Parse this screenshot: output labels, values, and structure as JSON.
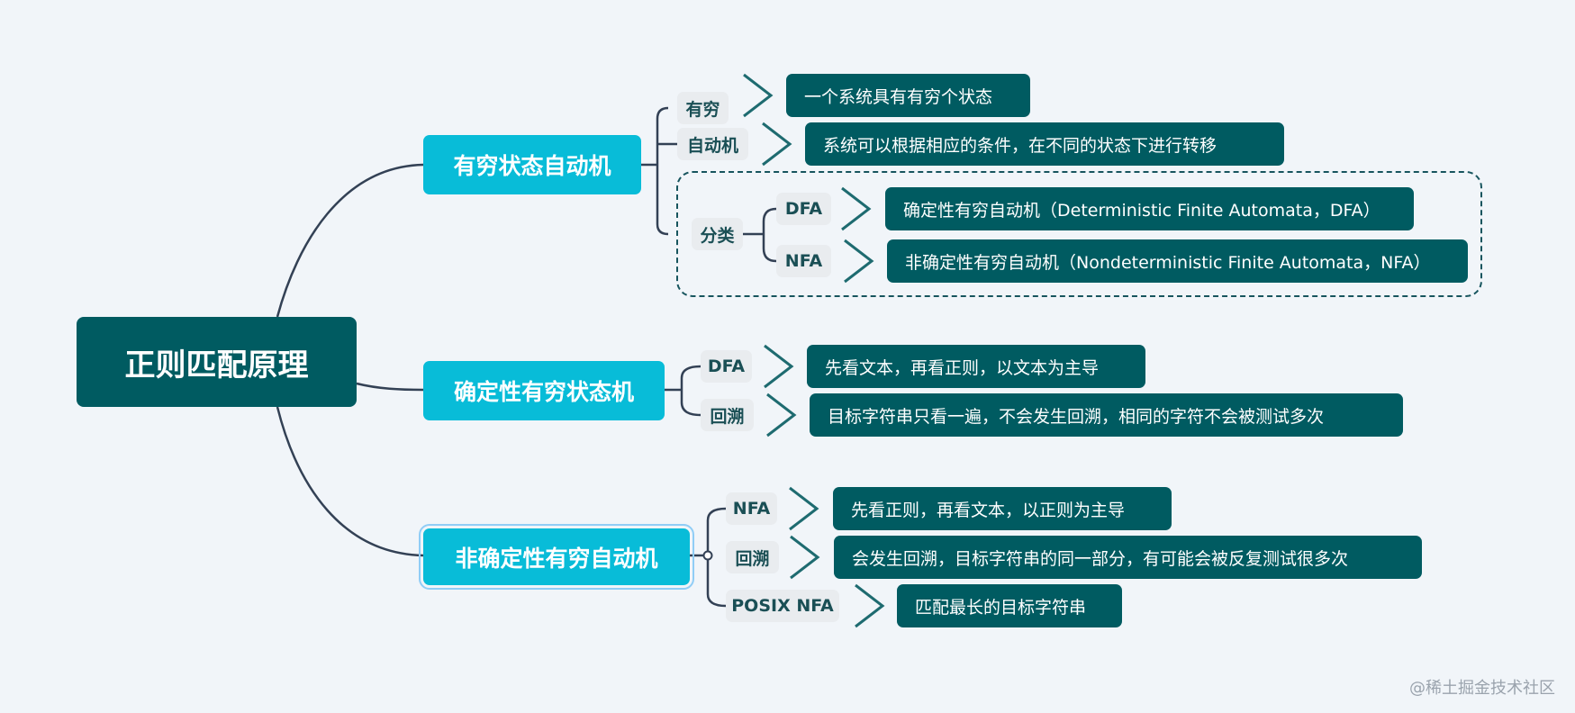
{
  "root": "正则匹配原理",
  "branches": [
    {
      "title": "有穷状态自动机",
      "items": [
        {
          "label": "有穷",
          "text": "一个系统具有有穷个状态"
        },
        {
          "label": "自动机",
          "text": "系统可以根据相应的条件，在不同的状态下进行转移"
        },
        {
          "label": "分类",
          "children": [
            {
              "label": "DFA",
              "text": "确定性有穷自动机（Deterministic Finite Automata，DFA）"
            },
            {
              "label": "NFA",
              "text": "非确定性有穷自动机（Nondeterministic Finite Automata，NFA）"
            }
          ]
        }
      ]
    },
    {
      "title": "确定性有穷状态机",
      "items": [
        {
          "label": "DFA",
          "text": "先看文本，再看正则，以文本为主导"
        },
        {
          "label": "回溯",
          "text": "目标字符串只看一遍，不会发生回溯，相同的字符不会被测试多次"
        }
      ]
    },
    {
      "title": "非确定性有穷自动机",
      "items": [
        {
          "label": "NFA",
          "text": "先看正则，再看文本，以正则为主导"
        },
        {
          "label": "回溯",
          "text": "会发生回溯，目标字符串的同一部分，有可能会被反复测试很多次"
        },
        {
          "label": "POSIX NFA",
          "text": "匹配最长的目标字符串"
        }
      ]
    }
  ],
  "watermark": "@稀土掘金技术社区",
  "colors": {
    "root_bg": "#005b61",
    "branch_bg": "#08bcd8",
    "leaf_bg": "#005b61",
    "label_bg": "#e9ecef",
    "line": "#334155",
    "arrow": "#1e6b70"
  }
}
